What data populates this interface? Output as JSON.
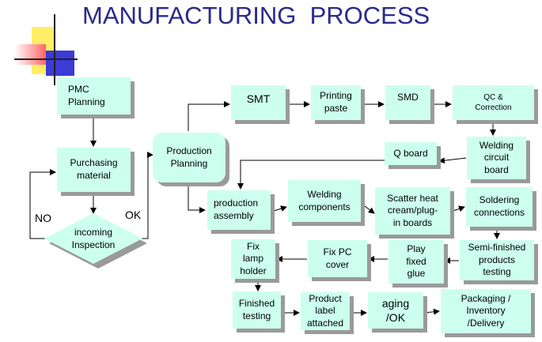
{
  "title": "MANUFACTURING  PROCESS",
  "nodes": {
    "pmc": "PMC\nPlanning",
    "purchasing": "Purchasing\nmaterial",
    "inspection": "incoming\nInspection",
    "prodplan": "Production\nPlanning",
    "smt": "SMT",
    "printing": "Printing\npaste",
    "smd": "SMD",
    "qc": "QC &\nCorrection",
    "welding_circuit": "Welding\ncircuit\nboard",
    "qboard": "Q board",
    "prod_assembly": "production\nassembly",
    "welding_comp": "Welding\ncomponents",
    "scatter": "Scatter heat\ncream/plug-\nin boards",
    "soldering": "Soldering\nconnections",
    "semi": "Semi-finished\nproducts\ntesting",
    "play": "Play\nfixed\nglue",
    "fixpc": "Fix  PC\ncover",
    "fixlamp": "Fix\nlamp\nholder",
    "finished": "Finished\ntesting",
    "label": "Product\nlabel\nattached",
    "aging": "aging\n/OK",
    "packaging": "Packaging /\nInventory\n/Delivery"
  },
  "labels": {
    "no": "NO",
    "ok": "OK"
  }
}
